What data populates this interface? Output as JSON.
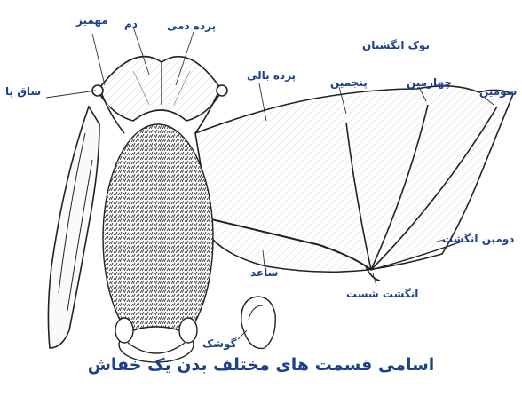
{
  "figure": {
    "caption": "اسامی قسمت های مختلف بدن یک خفاش",
    "labels": {
      "spur": "مهمیز",
      "tail": "دم",
      "tail_membrane": "پرده دمی",
      "shank": "ساق پا",
      "wing_membrane": "پرده بالی",
      "fingertips": "نوک انگشتان",
      "fifth": "پنجمین",
      "fourth": "چهارمین",
      "third": "سومین",
      "second_finger": "دومین انگشت",
      "forearm": "ساعد",
      "thumb": "انگشت شست",
      "ear": "گوشک"
    }
  },
  "colors": {
    "label": "#1d3f8f",
    "line": "#222222",
    "fur": "#3a3a3a"
  }
}
